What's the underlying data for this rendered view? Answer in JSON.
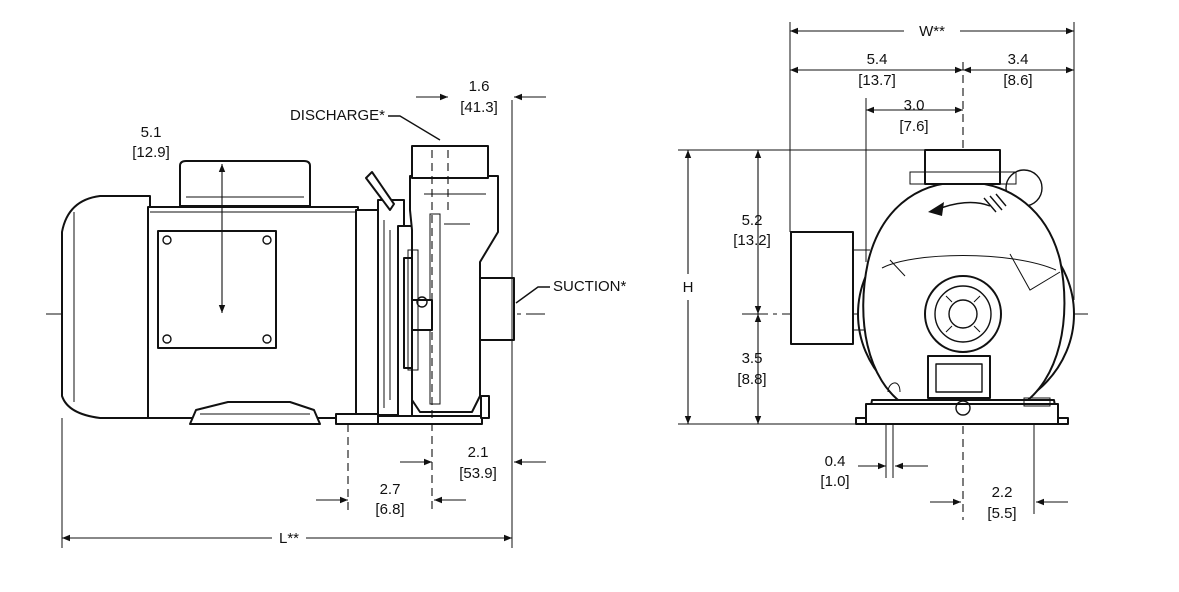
{
  "side_view": {
    "discharge_label": "DISCHARGE*",
    "suction_label": "SUCTION*",
    "dim_1_6": {
      "value": "1.6",
      "metric": "[41.3]"
    },
    "dim_5_1": {
      "value": "5.1",
      "metric": "[12.9]"
    },
    "dim_2_1": {
      "value": "2.1",
      "metric": "[53.9]"
    },
    "dim_2_7": {
      "value": "2.7",
      "metric": "[6.8]"
    },
    "length_label": "L**"
  },
  "front_view": {
    "width_label": "W**",
    "dim_5_4": {
      "value": "5.4",
      "metric": "[13.7]"
    },
    "dim_3_4": {
      "value": "3.4",
      "metric": "[8.6]"
    },
    "dim_3_0": {
      "value": "3.0",
      "metric": "[7.6]"
    },
    "dim_5_2": {
      "value": "5.2",
      "metric": "[13.2]"
    },
    "dim_3_5": {
      "value": "3.5",
      "metric": "[8.8]"
    },
    "height_label": "H",
    "dim_0_4": {
      "value": "0.4",
      "metric": "[1.0]"
    },
    "dim_2_2": {
      "value": "2.2",
      "metric": "[5.5]"
    }
  }
}
